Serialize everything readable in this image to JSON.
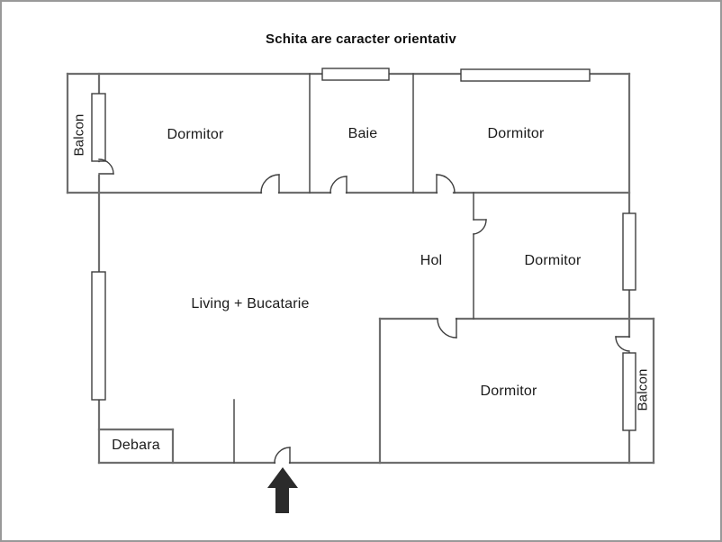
{
  "title": "Schita are caracter orientativ",
  "rooms": [
    {
      "id": "balcon-left",
      "label": "Balcon"
    },
    {
      "id": "dormitor-top-left",
      "label": "Dormitor"
    },
    {
      "id": "baie",
      "label": "Baie"
    },
    {
      "id": "dormitor-top-right",
      "label": "Dormitor"
    },
    {
      "id": "hol",
      "label": "Hol"
    },
    {
      "id": "dormitor-mid-right",
      "label": "Dormitor"
    },
    {
      "id": "living-bucatarie",
      "label": "Living + Bucatarie"
    },
    {
      "id": "dormitor-bottom",
      "label": "Dormitor"
    },
    {
      "id": "balcon-right",
      "label": "Balcon"
    },
    {
      "id": "debara",
      "label": "Debara"
    }
  ],
  "icons": {
    "entrance_arrow": "up-arrow"
  },
  "colors": {
    "wall": "#6e6e6e",
    "partition": "#4a4a4a",
    "detail": "#3f3f3f",
    "arrow": "#2b2b2b",
    "page_border": "#999999",
    "text": "#1a1a1a",
    "background": "#ffffff"
  }
}
